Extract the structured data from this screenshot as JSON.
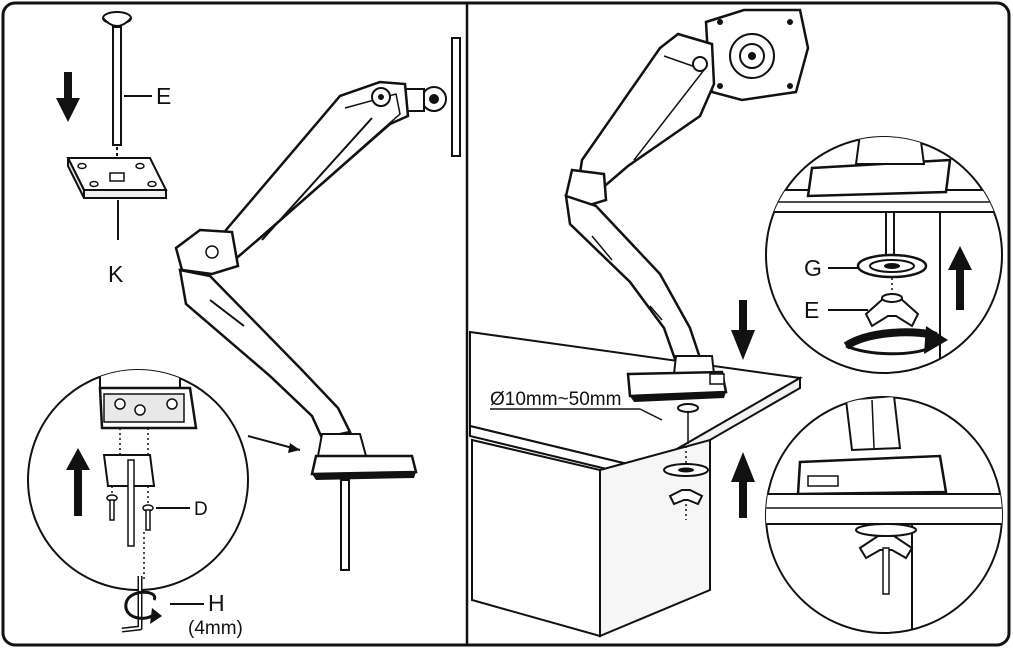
{
  "labels": {
    "post_e": "E",
    "plate_k": "K",
    "screw_d": "D",
    "wrench_h": "H",
    "wrench_size": "(4mm)",
    "grommet_g": "G",
    "wingnut_e": "E",
    "hole_range": "Ø10mm~50mm"
  },
  "colors": {
    "line": "#111111",
    "fill_light": "#f4f4f4",
    "fill_gray": "#d9d9d9",
    "fill_dark": "#222222"
  },
  "icons": [
    "down-arrow-icon",
    "up-arrow-icon",
    "rotate-arrow-icon",
    "pointer-arrow-icon"
  ]
}
